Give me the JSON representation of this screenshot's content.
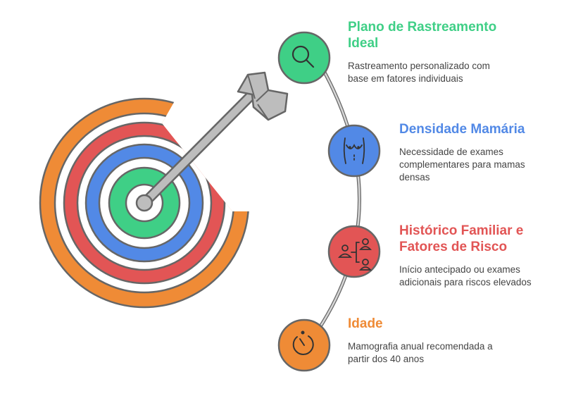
{
  "colors": {
    "green": "#3fcf86",
    "blue": "#5289e6",
    "red": "#e25555",
    "orange": "#ef8b36",
    "gray_stroke": "#666666",
    "arrow_fill": "#bdbdbd"
  },
  "target": {
    "rings": [
      "orange",
      "red",
      "blue",
      "green"
    ]
  },
  "items": [
    {
      "title": "Plano de Rastreamento Ideal",
      "description": "Rastreamento personalizado com base em fatores individuais",
      "color": "#3fcf86",
      "icon": "magnifier-icon"
    },
    {
      "title": "Densidade Mamária",
      "description": "Necessidade de exames complementares para mamas densas",
      "color": "#5289e6",
      "icon": "torso-icon"
    },
    {
      "title": "Histórico Familiar e Fatores de Risco",
      "description": "Início antecipado ou exames adicionais para riscos elevados",
      "color": "#e25555",
      "icon": "family-tree-icon"
    },
    {
      "title": "Idade",
      "description": "Mamografia anual recomendada a partir dos 40 anos",
      "color": "#ef8b36",
      "icon": "clock-icon"
    }
  ]
}
